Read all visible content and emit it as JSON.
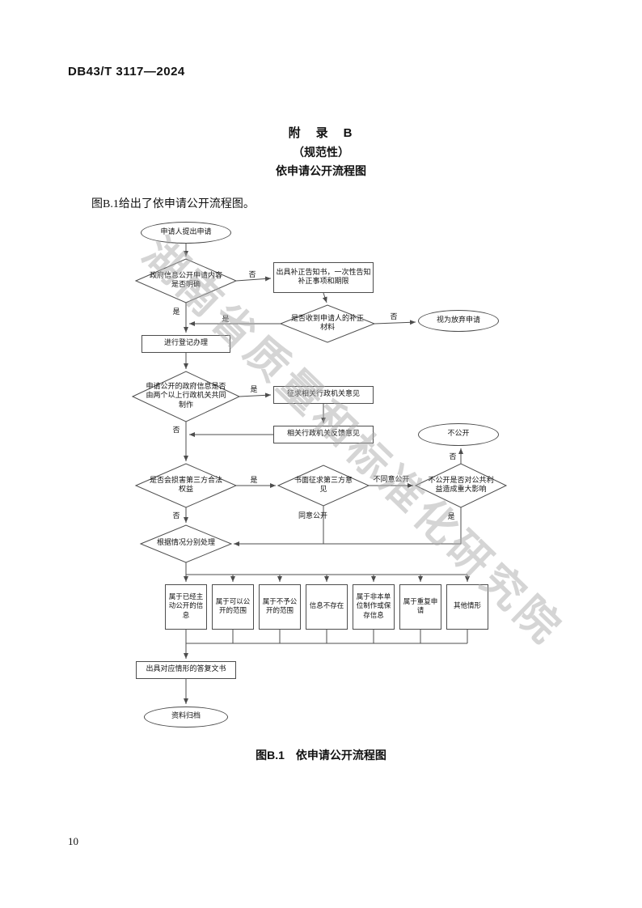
{
  "page": {
    "header": "DB43/T 3117—2024",
    "page_number": "10",
    "appendix_title": "附　录　B",
    "appendix_subtitle": "（规范性）",
    "appendix_heading": "依申请公开流程图",
    "intro": "图B.1给出了依申请公开流程图。",
    "caption": "图B.1　依申请公开流程图",
    "watermark": "湖南省质量和标准化研究院",
    "colors": {
      "line": "#4d4d4d",
      "text": "#111111",
      "watermark": "#acacac"
    }
  },
  "flowchart": {
    "nodes": {
      "start": "申请人提出申请",
      "d_clear": "政府信息公开申请内容是否明确",
      "box_correction": "出具补正告知书，一次性告知补正事项和期限",
      "d_received": "是否收到申请人的补正材料",
      "end_abandon": "视为放弃申请",
      "box_register": "进行登记办理",
      "d_joint": "申请公开的政府信息是否由两个以上行政机关共同制作",
      "box_solicit": "征求相关行政机关意见",
      "box_feedback": "相关行政机关反馈意见",
      "end_nodisclose": "不公开",
      "d_harm": "是否会损害第三方合法权益",
      "d_written": "书面征求第三方意见",
      "d_public_interest": "不公开是否对公共利益造成重大影响",
      "d_handle": "根据情况分别处理",
      "box_reply": "出具对应情形的答复文书",
      "end_archive": "资料归档"
    },
    "cases": [
      "属于已经主动公开的信息",
      "属于可以公开的范围",
      "属于不予公开的范围",
      "信息不存在",
      "属于非本单位制作或保存信息",
      "属于重复申请",
      "其他情形"
    ],
    "edge_labels": {
      "clear_no": "否",
      "clear_yes": "是",
      "received_no": "否",
      "received_yes": "是",
      "joint_yes": "是",
      "joint_no": "否",
      "harm_yes": "是",
      "harm_no": "否",
      "written_disagree": "不同意公开",
      "written_agree": "同意公开",
      "interest_no": "否",
      "interest_yes": "是"
    }
  }
}
